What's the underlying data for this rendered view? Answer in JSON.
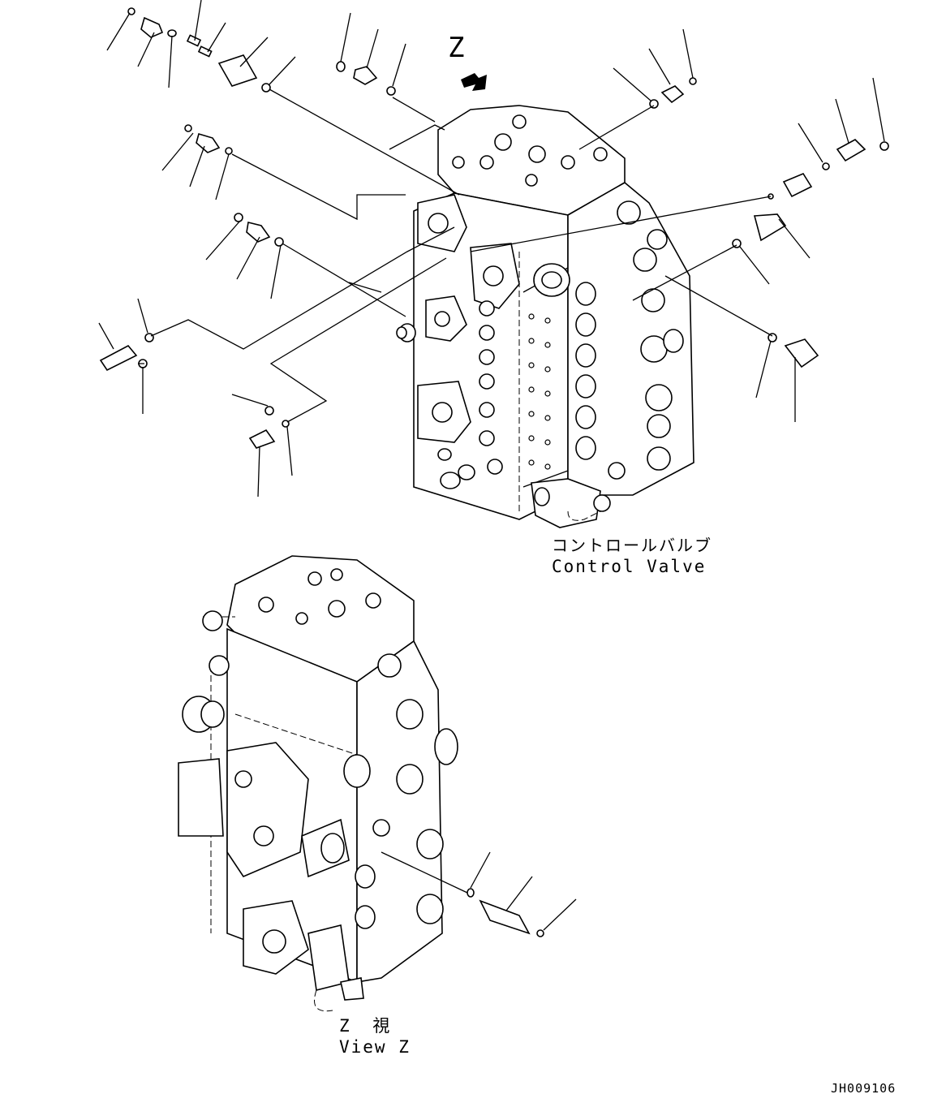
{
  "labels": {
    "view_marker": "Z",
    "cv_jp": "コントロールバルブ",
    "cv_en": "Control Valve",
    "view_jp": "Z 視",
    "view_en": "View Z",
    "drawing_no": "JH009106"
  },
  "icons": {
    "view_arrow": "arrow-down-right-icon"
  }
}
